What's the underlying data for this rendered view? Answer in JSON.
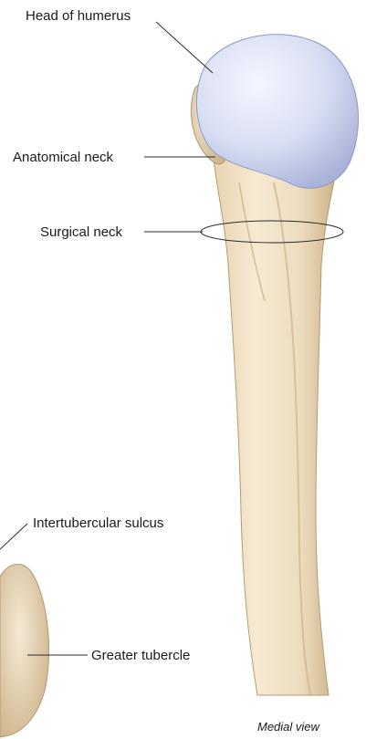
{
  "labels": {
    "head_of_humerus": "Head of humerus",
    "anatomical_neck": "Anatomical neck",
    "surgical_neck": "Surgical neck",
    "intertubercular_sulcus": "Intertubercular sulcus",
    "greater_tubercle": "Greater tubercle"
  },
  "caption": "Medial view",
  "colors": {
    "bone": "#efe0c4",
    "bone_shadow": "#c8b08a",
    "articular_cartilage": "#d4daf0",
    "leader_line": "#2a2a2a",
    "text": "#1a1a1a"
  }
}
